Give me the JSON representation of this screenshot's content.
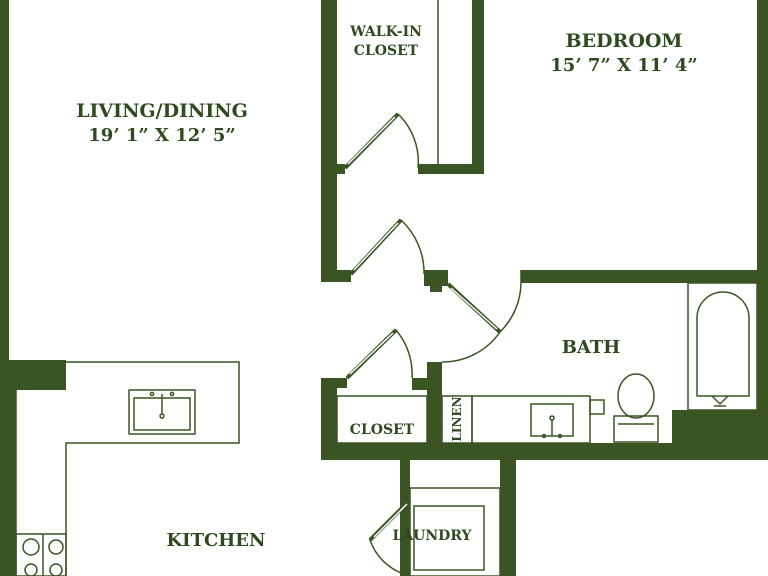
{
  "colors": {
    "wall": "#3a5424",
    "fixture_line": "#3a5424",
    "label": "#2f4a1e",
    "background": "#ffffff"
  },
  "rooms": {
    "living": {
      "name": "LIVING/DINING",
      "size": "19’ 1” X 12’ 5”"
    },
    "bedroom": {
      "name": "BEDROOM",
      "size": "15’ 7” X 11’ 4”"
    },
    "walk_in": {
      "line1": "WALK-IN",
      "line2": "CLOSET"
    },
    "bath": {
      "name": "BATH"
    },
    "closet": {
      "name": "CLOSET"
    },
    "linen": {
      "name": "LINEN"
    },
    "laundry": {
      "name": "LAUNDRY"
    },
    "kitchen": {
      "name": "KITCHEN"
    }
  },
  "icons": {
    "sink": "kitchen-sink-icon",
    "bath_sink": "bath-sink-icon",
    "toilet": "toilet-icon",
    "tub": "bathtub-icon",
    "range": "range-burner-icon"
  }
}
